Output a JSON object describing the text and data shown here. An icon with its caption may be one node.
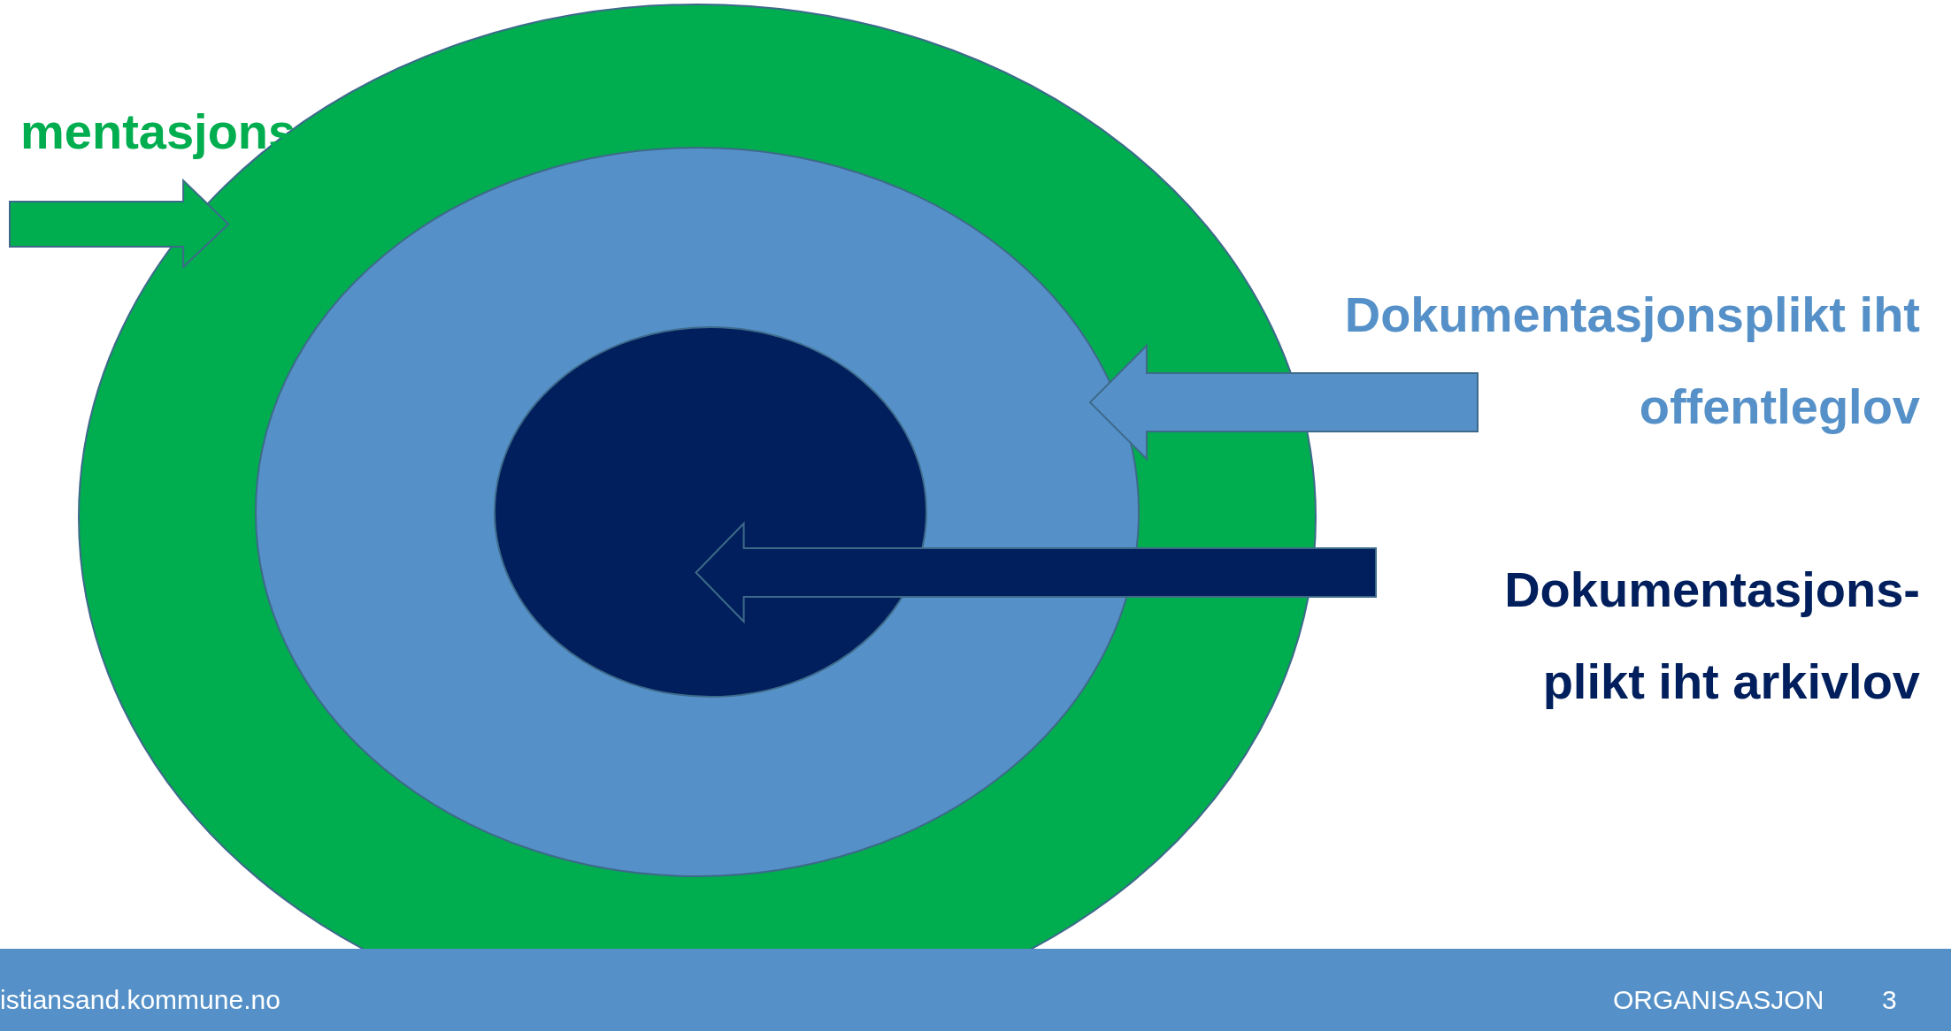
{
  "diagram": {
    "nodes": [
      {
        "text": [],
        "shape": "ellipse"
      },
      {
        "text": [],
        "shape": "ellipse",
        "in": 0
      },
      {
        "text": [],
        "shape": "ellipse",
        "in": 1
      },
      {
        "text": [
          "mentasjons"
        ]
      },
      {
        "text": [
          "Dokumentasjonsplikt iht offentleglov"
        ]
      },
      {
        "text": [
          "Dokumentasjons- plikt iht arkivlov"
        ]
      }
    ],
    "edges": [
      {
        "from": 3,
        "to": 0,
        "arrow": "to",
        "style": "thick",
        "color": "#00ad4f"
      },
      {
        "from": 4,
        "to": 1,
        "arrow": "to",
        "style": "thick",
        "color": "#5591c8"
      },
      {
        "from": 5,
        "to": 2,
        "arrow": "to",
        "style": "thick",
        "color": "#001f5c"
      }
    ],
    "labels": [
      "istiansand.kommune.no",
      "ORGANISASJON",
      "3"
    ]
  }
}
